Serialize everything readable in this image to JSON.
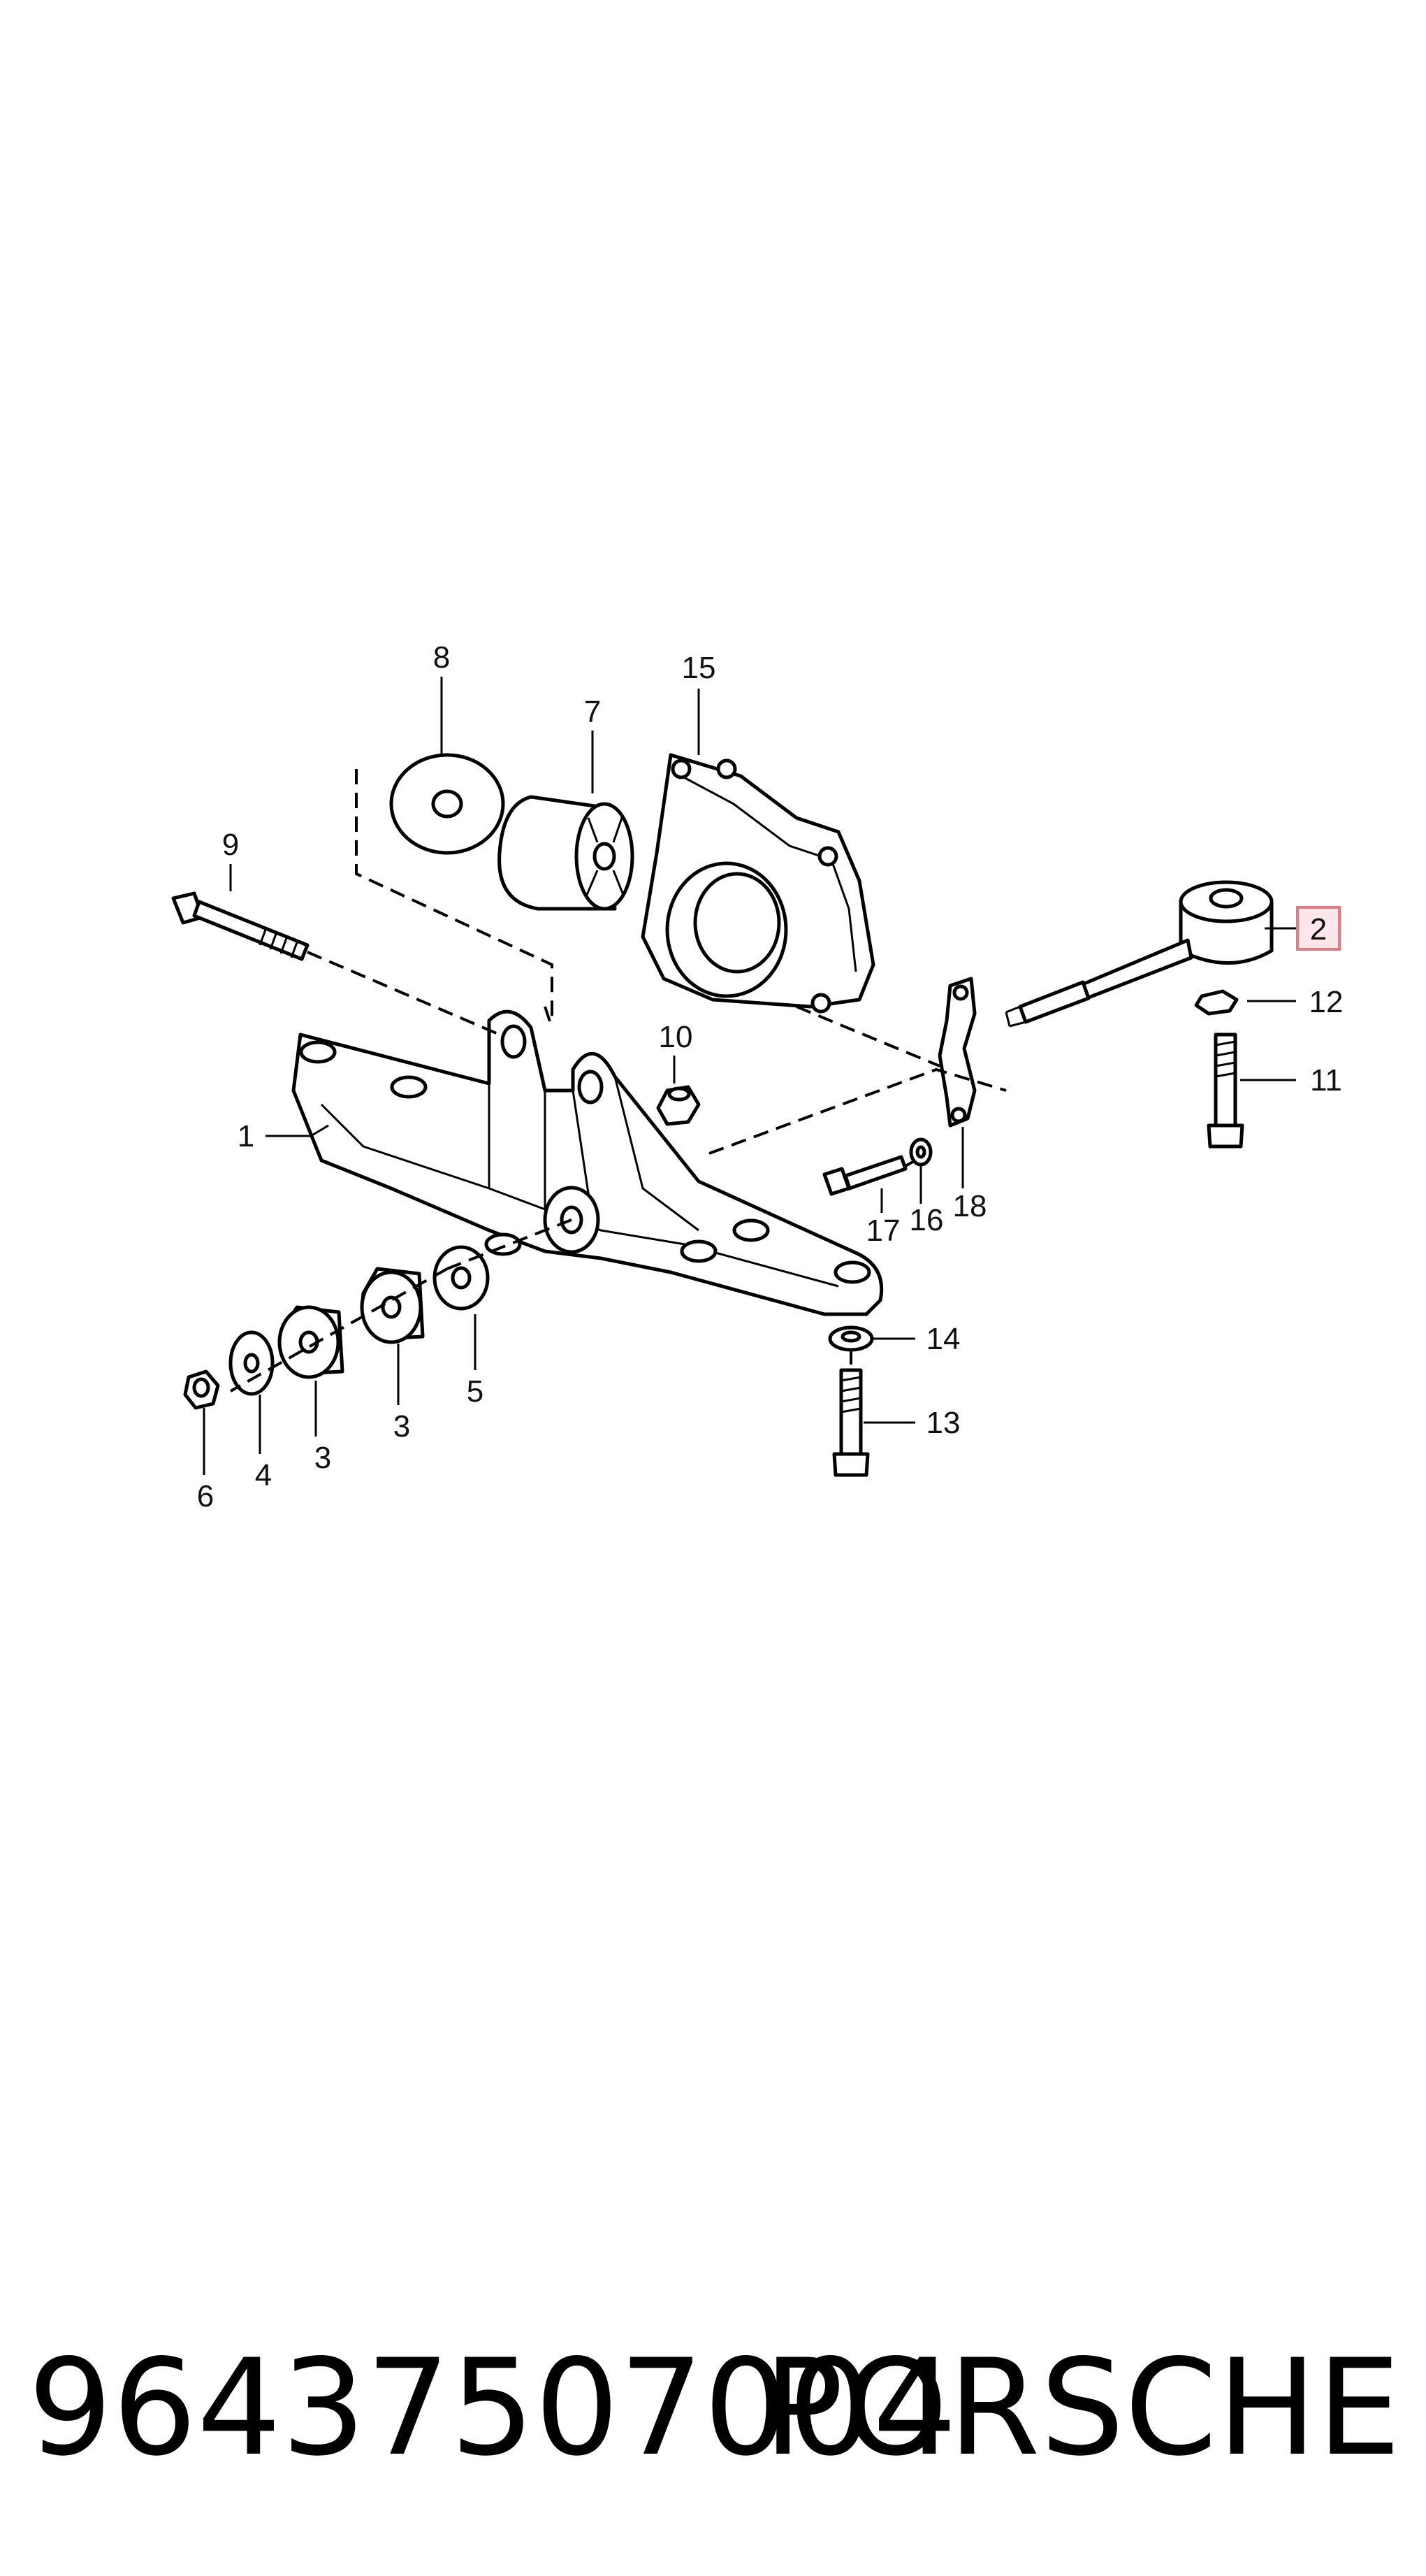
{
  "callouts": {
    "c1": "1",
    "c2": "2",
    "c3a": "3",
    "c3b": "3",
    "c4": "4",
    "c5": "5",
    "c6": "6",
    "c7": "7",
    "c8": "8",
    "c9": "9",
    "c10": "10",
    "c11": "11",
    "c12": "12",
    "c13": "13",
    "c14": "14",
    "c15": "15",
    "c16": "16",
    "c17": "17",
    "c18": "18"
  },
  "highlighted_callout": "2",
  "footer": {
    "part_number": "96437507004",
    "brand": "PORSCHE"
  },
  "colors": {
    "line": "#000000",
    "highlight_fill": "#fde7ea",
    "highlight_stroke": "#e07a86",
    "background": "#ffffff"
  }
}
